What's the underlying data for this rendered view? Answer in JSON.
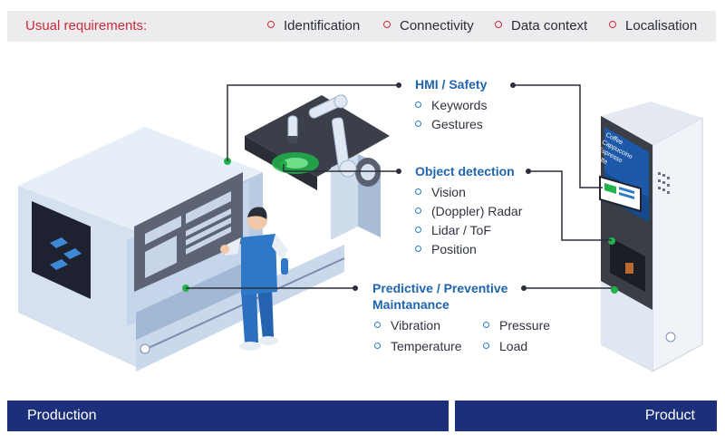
{
  "header": {
    "title": "Usual requirements:",
    "items": [
      "Identification",
      "Connectivity",
      "Data context",
      "Localisation"
    ]
  },
  "groups": {
    "hmi": {
      "title": "HMI / Safety",
      "items": [
        "Keywords",
        "Gestures"
      ]
    },
    "object": {
      "title": "Object detection",
      "items": [
        "Vision",
        "(Doppler) Radar",
        "Lidar / ToF",
        "Position"
      ]
    },
    "predictive": {
      "title_line1": "Predictive / Preventive",
      "title_line2": "Maintanance",
      "items_left": [
        "Vibration",
        "Temperature"
      ],
      "items_right": [
        "Pressure",
        "Load"
      ]
    }
  },
  "machine_screen": [
    "Coffee",
    "Cappuccino",
    "Espresso",
    "Latte"
  ],
  "footer": {
    "production": "Production",
    "product": "Product"
  },
  "colors": {
    "accent_red": "#cc2a3c",
    "label_blue": "#1f65ad",
    "bar_navy": "#1c2f7a",
    "sensor_green": "#22b24a"
  }
}
